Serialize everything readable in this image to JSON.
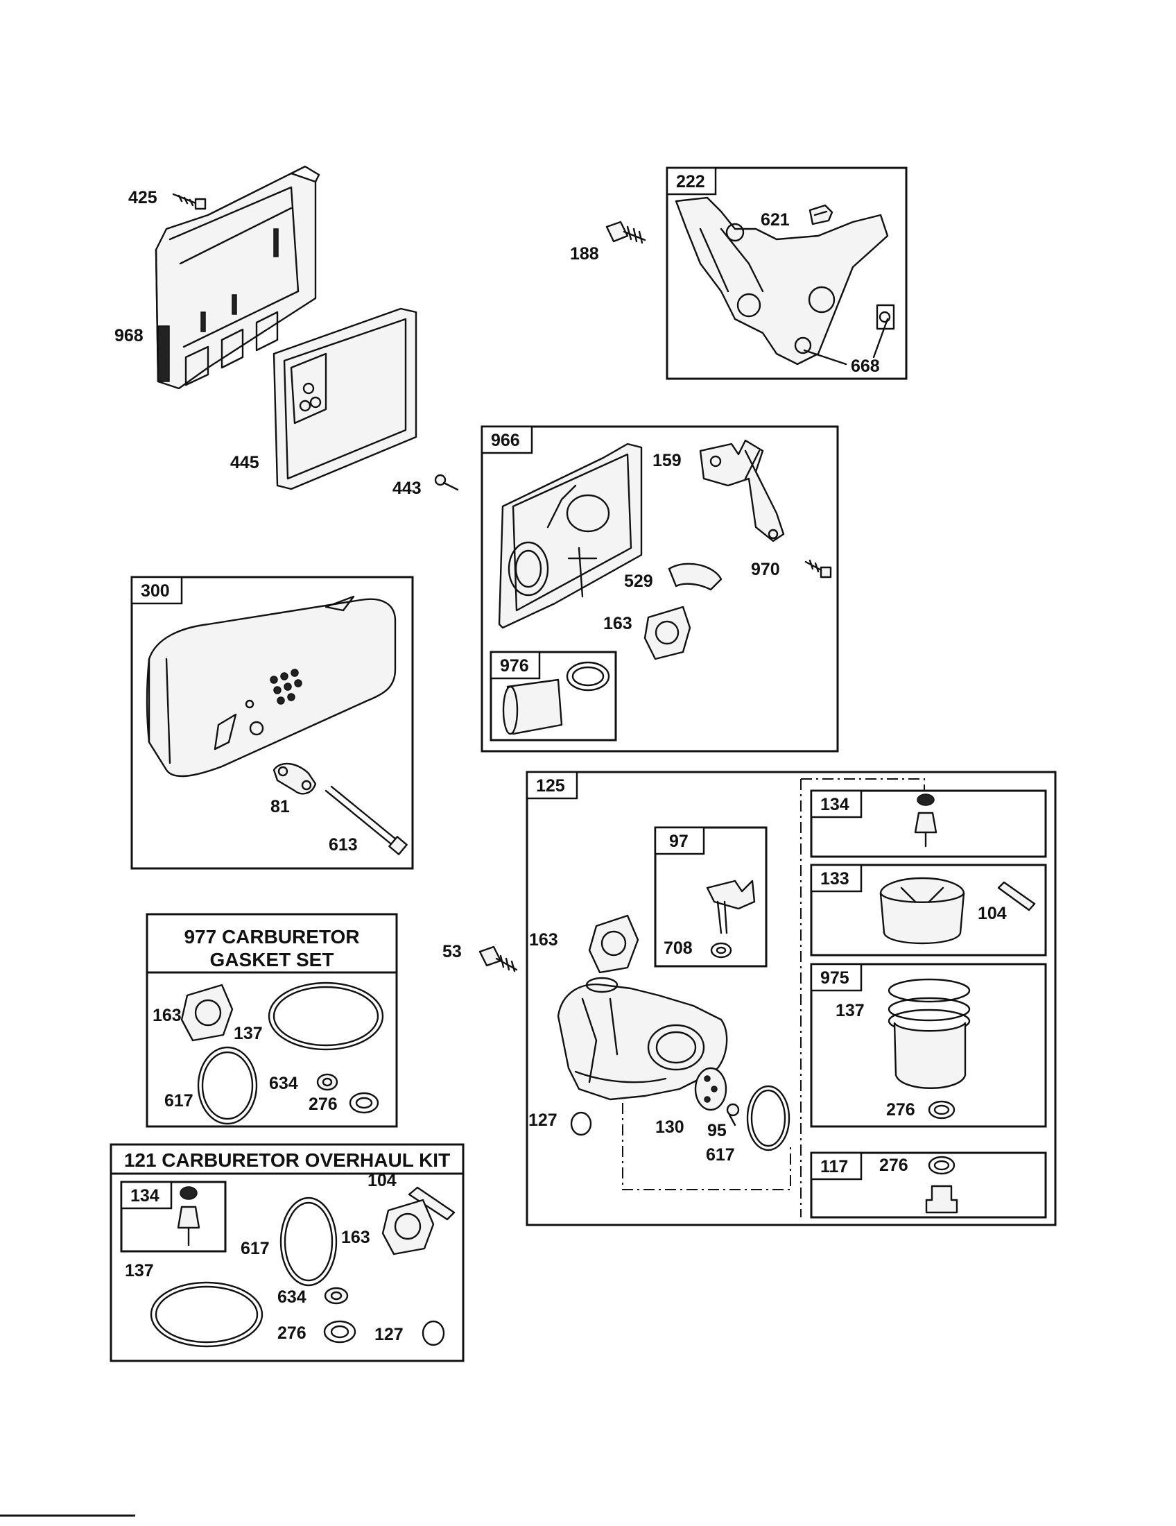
{
  "callouts": {
    "c425": "425",
    "c968": "968",
    "c445": "445",
    "c443": "443",
    "c188": "188",
    "c621": "621",
    "c668": "668",
    "c159": "159",
    "c970": "970",
    "c529": "529",
    "c163a": "163",
    "c81": "81",
    "c613": "613",
    "c53": "53",
    "c163b": "163",
    "c708": "708",
    "c127a": "127",
    "c130": "130",
    "c95": "95",
    "c617a": "617",
    "c104a": "104",
    "c137a": "137",
    "c276a": "276",
    "c276b": "276",
    "g163": "163",
    "g137": "137",
    "g617": "617",
    "g634": "634",
    "g276": "276",
    "k104": "104",
    "k617": "617",
    "k163": "163",
    "k137": "137",
    "k634": "634",
    "k276": "276",
    "k127": "127"
  },
  "boxes": {
    "b222": "222",
    "b966": "966",
    "b976": "976",
    "b300": "300",
    "b125": "125",
    "b97": "97",
    "b134a": "134",
    "b133": "133",
    "b975": "975",
    "b117": "117",
    "b134b": "134"
  },
  "kits": {
    "gasket_line1": "977 CARBURETOR",
    "gasket_line2": "GASKET SET",
    "overhaul": "121 CARBURETOR OVERHAUL KIT"
  }
}
